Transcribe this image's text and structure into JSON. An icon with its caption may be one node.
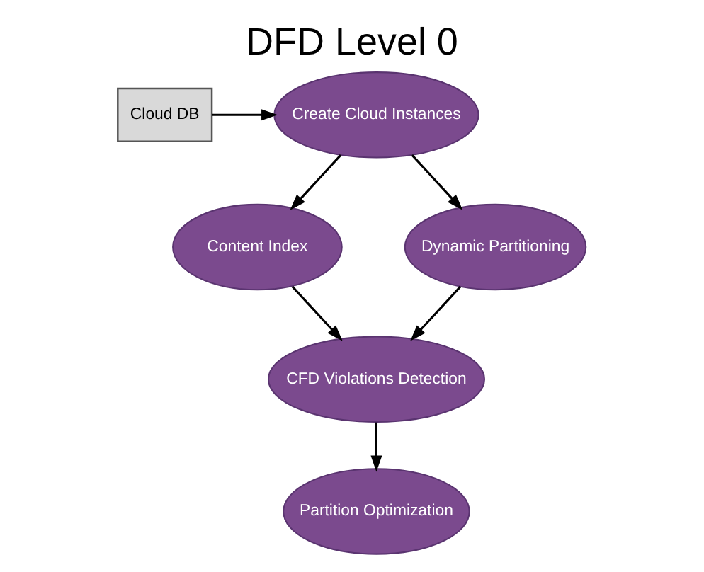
{
  "diagram": {
    "title": "DFD Level 0",
    "nodes": [
      {
        "text": [
          "Cloud DB"
        ]
      },
      {
        "text": [
          "Create Cloud Instances"
        ]
      },
      {
        "text": [
          "Content Index"
        ]
      },
      {
        "text": [
          "Dynamic Partitioning"
        ]
      },
      {
        "text": [
          "CFD Violations Detection"
        ]
      },
      {
        "text": [
          "Partition Optimization"
        ]
      }
    ],
    "edges": [
      {
        "from": 0,
        "to": 1,
        "arrow": "to"
      },
      {
        "from": 1,
        "to": 2,
        "arrow": "to"
      },
      {
        "from": 1,
        "to": 3,
        "arrow": "to"
      },
      {
        "from": 2,
        "to": 4,
        "arrow": "to"
      },
      {
        "from": 3,
        "to": 4,
        "arrow": "to"
      },
      {
        "from": 4,
        "to": 5,
        "arrow": "to"
      }
    ]
  }
}
